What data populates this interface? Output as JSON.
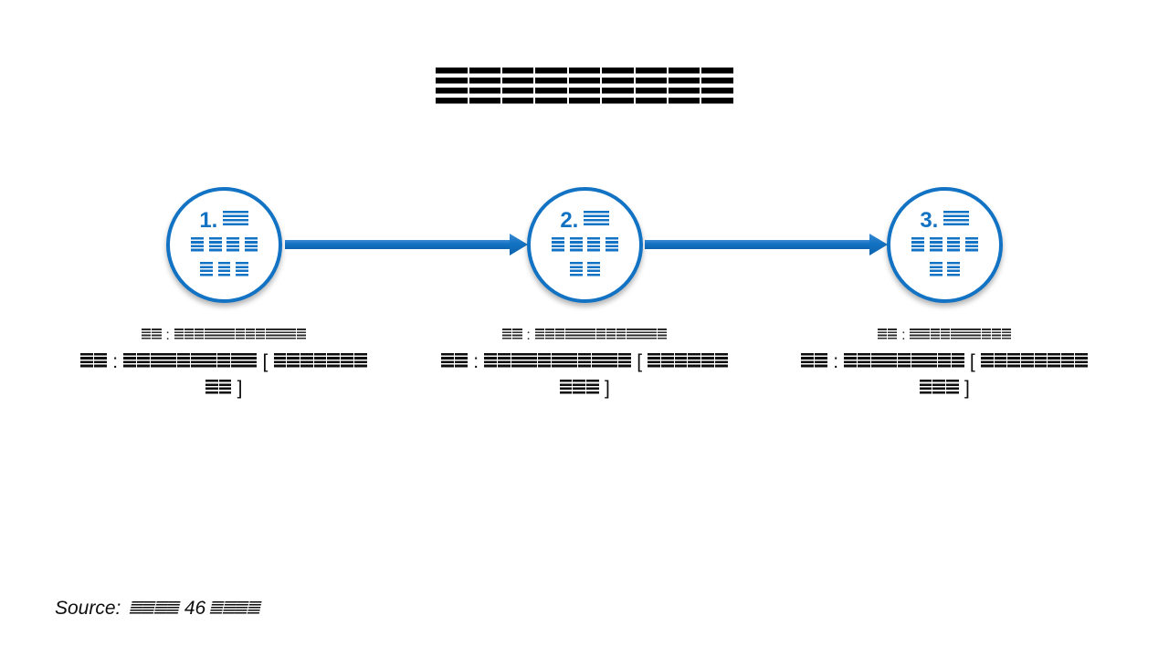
{
  "theme": {
    "accent_blue": "#1272C3",
    "text_black": "#0D0D0D",
    "background": "#FFFFFF"
  },
  "title": {
    "text": "█████████"
  },
  "steps": [
    {
      "number": "1.",
      "circle_lines": [
        "██",
        "████",
        "███"
      ],
      "caption_small": "██ : █████████████",
      "caption_main_lines": [
        "██ : ██████████ [ ███████",
        "██ ]"
      ]
    },
    {
      "number": "2.",
      "circle_lines": [
        "██",
        "████",
        "██"
      ],
      "caption_small": "██ : █████████████",
      "caption_main_lines": [
        "██ : ███████████ [ ██████",
        "███ ]"
      ]
    },
    {
      "number": "3.",
      "circle_lines": [
        "██",
        "████",
        "██"
      ],
      "caption_small": "██ : ██████████",
      "caption_main_lines": [
        "██ : █████████ [ ████████",
        "███ ]"
      ]
    }
  ],
  "source": {
    "label": "Source:",
    "text": "████ 46 ████"
  }
}
